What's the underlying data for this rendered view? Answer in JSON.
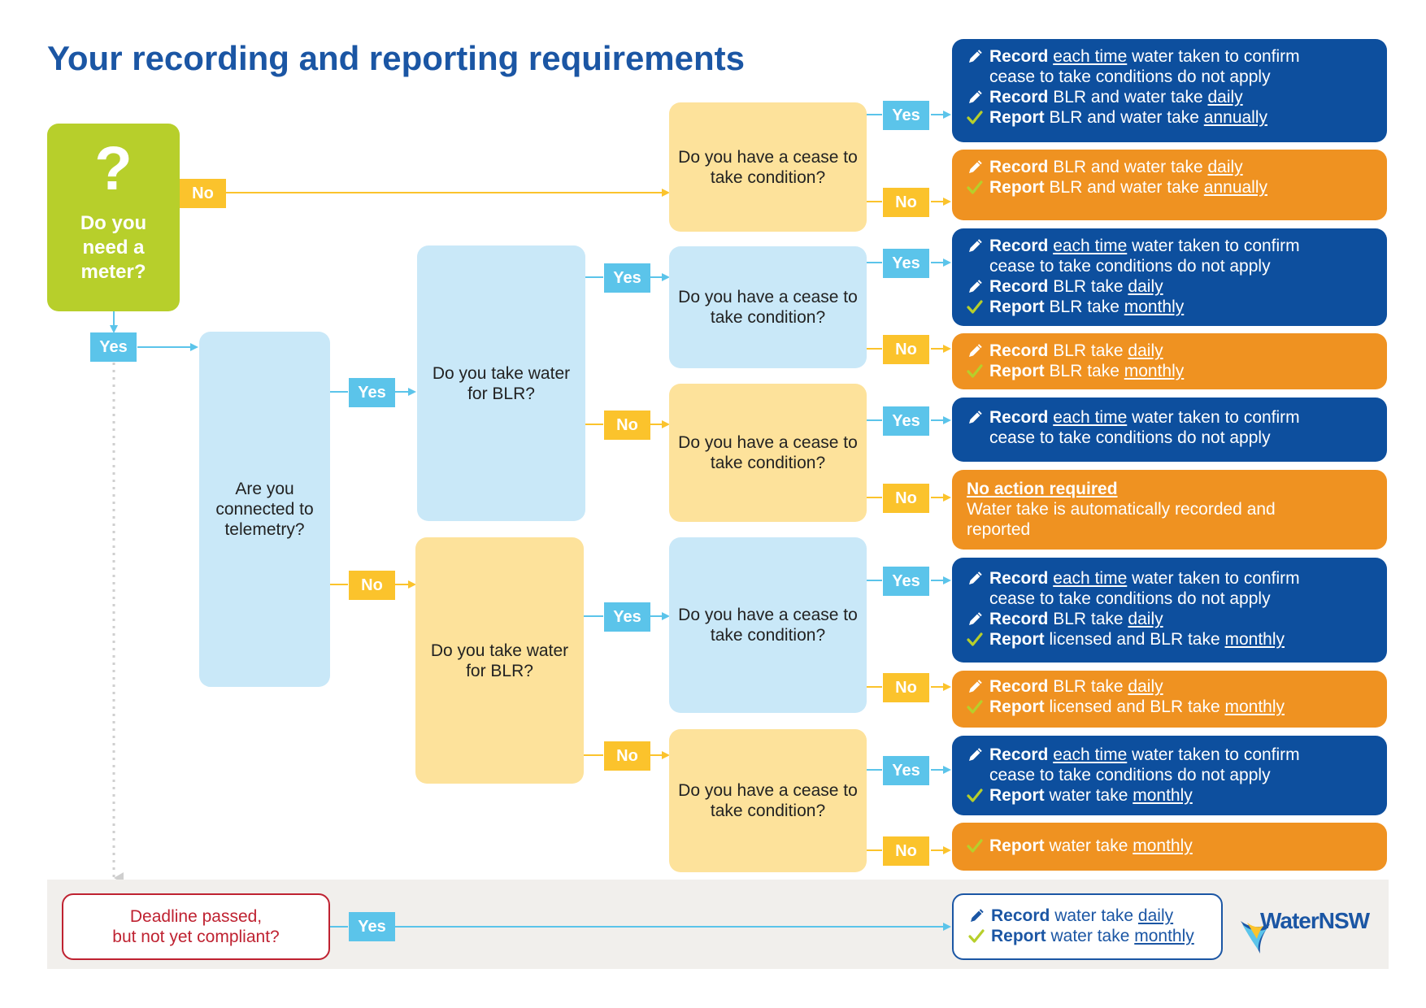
{
  "title": "Your recording and reporting requirements",
  "colors": {
    "title_blue": "#1b56a4",
    "start_green": "#b7cf2b",
    "decision_blue": "#c9e8f8",
    "decision_yellow": "#fde29b",
    "yes_label": "#5bc4ea",
    "no_label": "#fbc32c",
    "result_blue": "#0d4f9e",
    "result_orange": "#ef9221",
    "deadline_red": "#bf2231",
    "check_green": "#b7cf2b"
  },
  "start": {
    "symbol": "?",
    "text": "Do you need a meter?"
  },
  "decisions": {
    "telemetry": "Are you connected to telemetry?",
    "blr_top": "Do you take water for BLR?",
    "blr_bottom": "Do you take water for BLR?",
    "cease": "Do you have a cease to take condition?"
  },
  "labels": {
    "yes": "Yes",
    "no": "No"
  },
  "results": [
    {
      "id": "r1",
      "lines": [
        {
          "icon": "pencil-icon",
          "segs": [
            {
              "t": "Record",
              "b": true
            },
            {
              "t": " "
            },
            {
              "t": "each time",
              "u": true
            },
            {
              "t": " water taken to confirm"
            }
          ]
        },
        {
          "icon": "",
          "segs": [
            {
              "t": "cease to take conditions do not apply"
            }
          ]
        },
        {
          "icon": "pencil-icon",
          "segs": [
            {
              "t": "Record",
              "b": true
            },
            {
              "t": " BLR and water take "
            },
            {
              "t": "daily",
              "u": true
            }
          ]
        },
        {
          "icon": "check-icon",
          "segs": [
            {
              "t": "Report",
              "b": true
            },
            {
              "t": " BLR and water take "
            },
            {
              "t": "annually",
              "u": true
            }
          ]
        }
      ]
    },
    {
      "id": "r2",
      "lines": [
        {
          "icon": "pencil-icon",
          "segs": [
            {
              "t": "Record",
              "b": true
            },
            {
              "t": " BLR and water take "
            },
            {
              "t": "daily",
              "u": true
            }
          ]
        },
        {
          "icon": "check-icon",
          "segs": [
            {
              "t": "Report",
              "b": true
            },
            {
              "t": " BLR and water take "
            },
            {
              "t": "annually",
              "u": true
            }
          ]
        }
      ]
    },
    {
      "id": "r3",
      "lines": [
        {
          "icon": "pencil-icon",
          "segs": [
            {
              "t": "Record",
              "b": true
            },
            {
              "t": " "
            },
            {
              "t": "each time",
              "u": true
            },
            {
              "t": " water taken to confirm"
            }
          ]
        },
        {
          "icon": "",
          "segs": [
            {
              "t": "cease to take conditions do not apply"
            }
          ]
        },
        {
          "icon": "pencil-icon",
          "segs": [
            {
              "t": "Record",
              "b": true
            },
            {
              "t": " BLR take "
            },
            {
              "t": "daily",
              "u": true
            }
          ]
        },
        {
          "icon": "check-icon",
          "segs": [
            {
              "t": "Report",
              "b": true
            },
            {
              "t": " BLR take "
            },
            {
              "t": "monthly",
              "u": true
            }
          ]
        }
      ]
    },
    {
      "id": "r4",
      "lines": [
        {
          "icon": "pencil-icon",
          "segs": [
            {
              "t": "Record",
              "b": true
            },
            {
              "t": " BLR take "
            },
            {
              "t": "daily",
              "u": true
            }
          ]
        },
        {
          "icon": "check-icon",
          "segs": [
            {
              "t": "Report",
              "b": true
            },
            {
              "t": " BLR take "
            },
            {
              "t": "monthly",
              "u": true
            }
          ]
        }
      ]
    },
    {
      "id": "r5",
      "lines": [
        {
          "icon": "pencil-icon",
          "segs": [
            {
              "t": "Record",
              "b": true
            },
            {
              "t": " "
            },
            {
              "t": "each time",
              "u": true
            },
            {
              "t": " water taken to confirm"
            }
          ]
        },
        {
          "icon": "",
          "segs": [
            {
              "t": "cease to take conditions do not apply"
            }
          ]
        }
      ]
    },
    {
      "id": "r6",
      "lines": [
        {
          "icon": "",
          "segs": [
            {
              "t": "No action required",
              "b": true,
              "u": true
            }
          ]
        },
        {
          "icon": "",
          "segs": [
            {
              "t": "Water take is automatically recorded and"
            }
          ]
        },
        {
          "icon": "",
          "segs": [
            {
              "t": "reported"
            }
          ]
        }
      ]
    },
    {
      "id": "r7",
      "lines": [
        {
          "icon": "pencil-icon",
          "segs": [
            {
              "t": "Record",
              "b": true
            },
            {
              "t": " "
            },
            {
              "t": "each time",
              "u": true
            },
            {
              "t": " water taken to confirm"
            }
          ]
        },
        {
          "icon": "",
          "segs": [
            {
              "t": "cease to take conditions do not apply"
            }
          ]
        },
        {
          "icon": "pencil-icon",
          "segs": [
            {
              "t": "Record",
              "b": true
            },
            {
              "t": " BLR take "
            },
            {
              "t": "daily",
              "u": true
            }
          ]
        },
        {
          "icon": "check-icon",
          "segs": [
            {
              "t": "Report",
              "b": true
            },
            {
              "t": " licensed and BLR take "
            },
            {
              "t": "monthly",
              "u": true
            }
          ]
        }
      ]
    },
    {
      "id": "r8",
      "lines": [
        {
          "icon": "pencil-icon",
          "segs": [
            {
              "t": "Record",
              "b": true
            },
            {
              "t": " BLR take "
            },
            {
              "t": "daily",
              "u": true
            }
          ]
        },
        {
          "icon": "check-icon",
          "segs": [
            {
              "t": "Report",
              "b": true
            },
            {
              "t": " licensed and BLR take "
            },
            {
              "t": "monthly",
              "u": true
            }
          ]
        }
      ]
    },
    {
      "id": "r9",
      "lines": [
        {
          "icon": "pencil-icon",
          "segs": [
            {
              "t": "Record",
              "b": true
            },
            {
              "t": " "
            },
            {
              "t": "each time",
              "u": true
            },
            {
              "t": " water taken to confirm"
            }
          ]
        },
        {
          "icon": "",
          "segs": [
            {
              "t": "cease to take conditions do not apply"
            }
          ]
        },
        {
          "icon": "check-icon",
          "segs": [
            {
              "t": "Report",
              "b": true
            },
            {
              "t": " water take "
            },
            {
              "t": "monthly",
              "u": true
            }
          ]
        }
      ]
    },
    {
      "id": "r10",
      "lines": [
        {
          "icon": "check-icon",
          "segs": [
            {
              "t": "Report",
              "b": true
            },
            {
              "t": " water take "
            },
            {
              "t": "monthly",
              "u": true
            }
          ]
        }
      ]
    },
    {
      "id": "r11",
      "lines": [
        {
          "icon": "pencil-icon",
          "segs": [
            {
              "t": "Record",
              "b": true
            },
            {
              "t": " water take "
            },
            {
              "t": "daily",
              "u": true
            }
          ]
        },
        {
          "icon": "check-icon",
          "segs": [
            {
              "t": "Report",
              "b": true
            },
            {
              "t": " water take "
            },
            {
              "t": "monthly",
              "u": true
            }
          ]
        }
      ]
    }
  ],
  "deadline": {
    "line1": "Deadline passed,",
    "line2": "but not yet compliant?"
  },
  "logo": {
    "text": "WaterNSW",
    "icon": "waternsw-logo-icon"
  }
}
